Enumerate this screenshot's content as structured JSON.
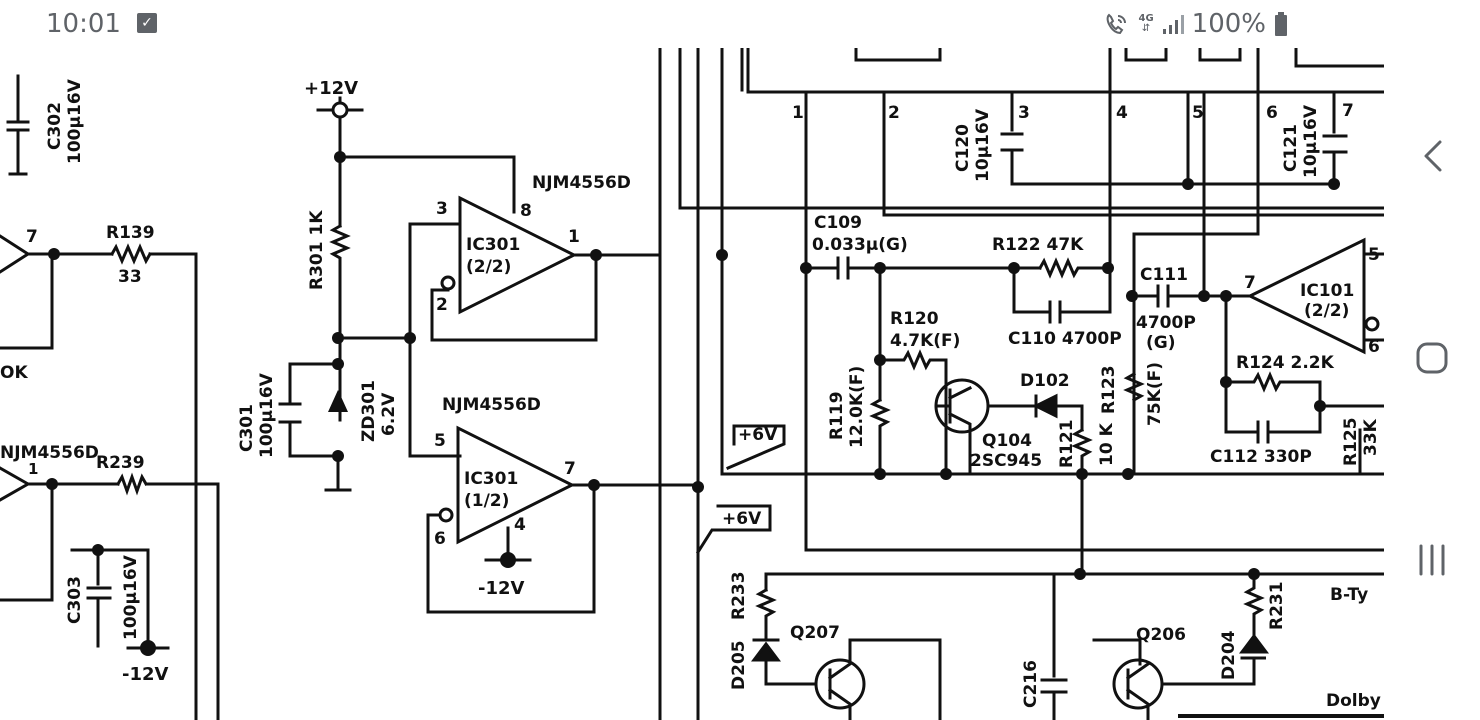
{
  "status_bar": {
    "time": "10:01",
    "battery_percent": "100%",
    "network_type": "4G"
  },
  "schematic": {
    "labels": {
      "plus12v_top": "+12V",
      "minus12v_a": "-12V",
      "minus12v_b": "-12V",
      "plus6v_a": "+6V",
      "plus6v_b": "+6V",
      "ic_part_a": "NJM4556D",
      "ic_part_b": "NJM4556D",
      "ic_part_c": "NJM4556D",
      "ic301a_name": "IC301",
      "ic301a_unit": "(2/2)",
      "ic301b_name": "IC301",
      "ic301b_unit": "(1/2)",
      "ic101_name": "IC101",
      "ic101_unit": "(2/2)",
      "c302": "C302",
      "c302_val": "100μ16V",
      "r139": "R139",
      "r139_val": "33",
      "left_ok": "OK",
      "r239": "R239",
      "c303": "C303",
      "c303_val": "100μ16V",
      "r301": "R301 1K",
      "c301": "C301",
      "c301_val": "100μ16V",
      "zd301": "ZD301",
      "zd301_val": "6.2V",
      "c109": "C109",
      "c109_val": "0.033μ(G)",
      "r122": "R122  47K",
      "c110": "C110 4700P",
      "r120": "R120",
      "r120_val": "4.7K(F)",
      "r119": "R119",
      "r119_val": "12.0K(F)",
      "q104": "Q104",
      "q104_val": "2SC945",
      "d102": "D102",
      "r121": "R121",
      "r121_val": "10 K",
      "r123": "R123",
      "r123_val": "75K(F)",
      "c111": "C111",
      "c111_val": "4700P",
      "c111_g": "(G)",
      "c120": "C120",
      "c120_val": "10μ16V",
      "c121": "C121",
      "c121_val": "10μ16V",
      "r124": "R124 2.2K",
      "c112": "C112  330P",
      "r125": "R125",
      "r125_val": "33K",
      "r233": "R233",
      "d205": "D205",
      "q207": "Q207",
      "q206": "Q206",
      "c216": "C216",
      "d204": "D204",
      "r231": "R231",
      "b_type": "B-Ty",
      "dolby": "Dolby",
      "conn_1": "1",
      "conn_2": "2",
      "conn_3": "3",
      "conn_4": "4",
      "conn_5": "5",
      "conn_6": "6",
      "conn_7": "7",
      "pin_3": "3",
      "pin_8": "8",
      "pin_1": "1",
      "pin_2": "2",
      "pin_5": "5",
      "pin_7": "7",
      "pin_4": "4",
      "pin_6": "6",
      "pin_l7": "7",
      "pin_l1": "1",
      "ic101_pin7": "7",
      "ic101_pin5": "5",
      "ic101_pin6": "6"
    }
  },
  "nav_bar": {
    "back_icon": "back-icon",
    "home_icon": "home-icon",
    "recents_icon": "recents-icon"
  }
}
